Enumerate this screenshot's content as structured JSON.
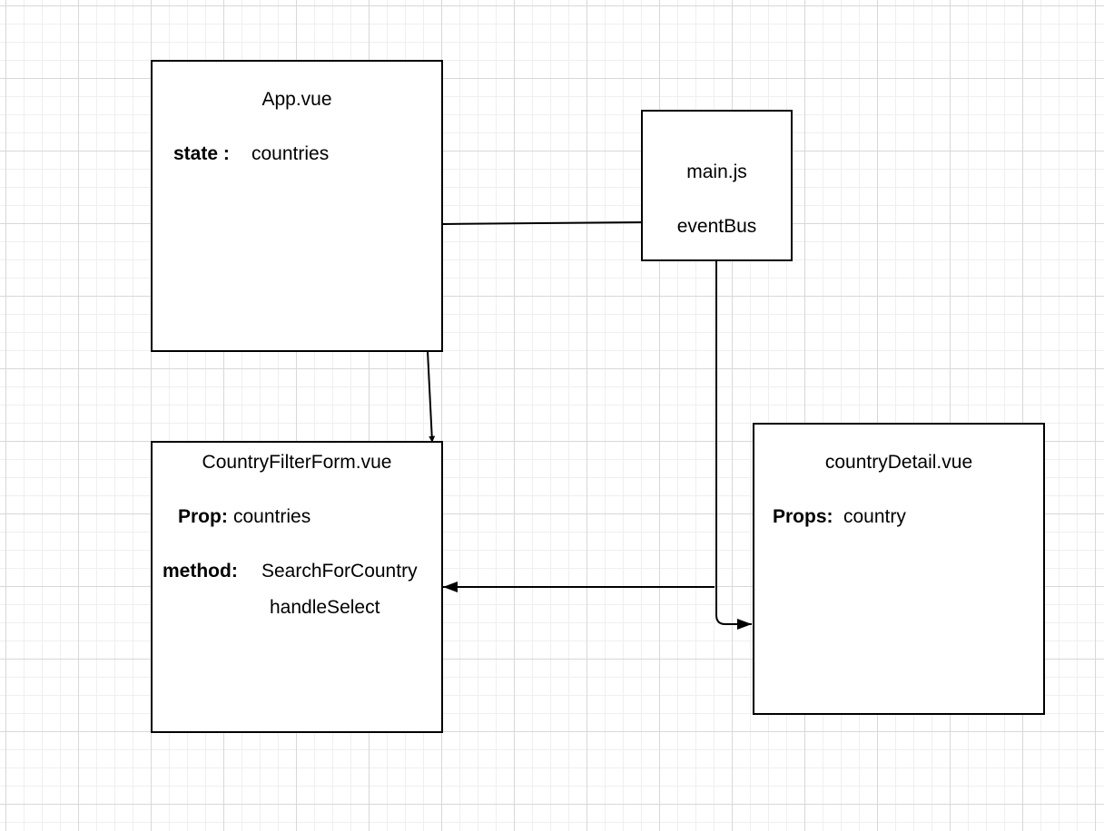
{
  "diagram": {
    "nodes": {
      "app": {
        "title": "App.vue",
        "state_label": "state :",
        "state_value": "countries"
      },
      "main": {
        "title": "main.js",
        "subtitle": "eventBus"
      },
      "filter_form": {
        "title": "CountryFilterForm.vue",
        "prop_label": "Prop:",
        "prop_value": "countries",
        "method_label": "method:",
        "method_1": "SearchForCountry",
        "method_2": "handleSelect"
      },
      "detail": {
        "title": "countryDetail.vue",
        "props_label": "Props:",
        "props_value": "country"
      }
    },
    "edges": [
      {
        "from": "App.vue",
        "to": "main.js",
        "arrow": false
      },
      {
        "from": "App.vue",
        "to": "CountryFilterForm.vue",
        "arrow": true
      },
      {
        "from": "main.js",
        "to": "countryDetail.vue",
        "arrow": true
      },
      {
        "from": "main.js",
        "to": "CountryFilterForm.vue",
        "arrow": true
      }
    ],
    "colors": {
      "stroke": "#000000",
      "background": "#ffffff",
      "grid_major": "#d8d8d8",
      "grid_minor": "#efefef"
    }
  }
}
